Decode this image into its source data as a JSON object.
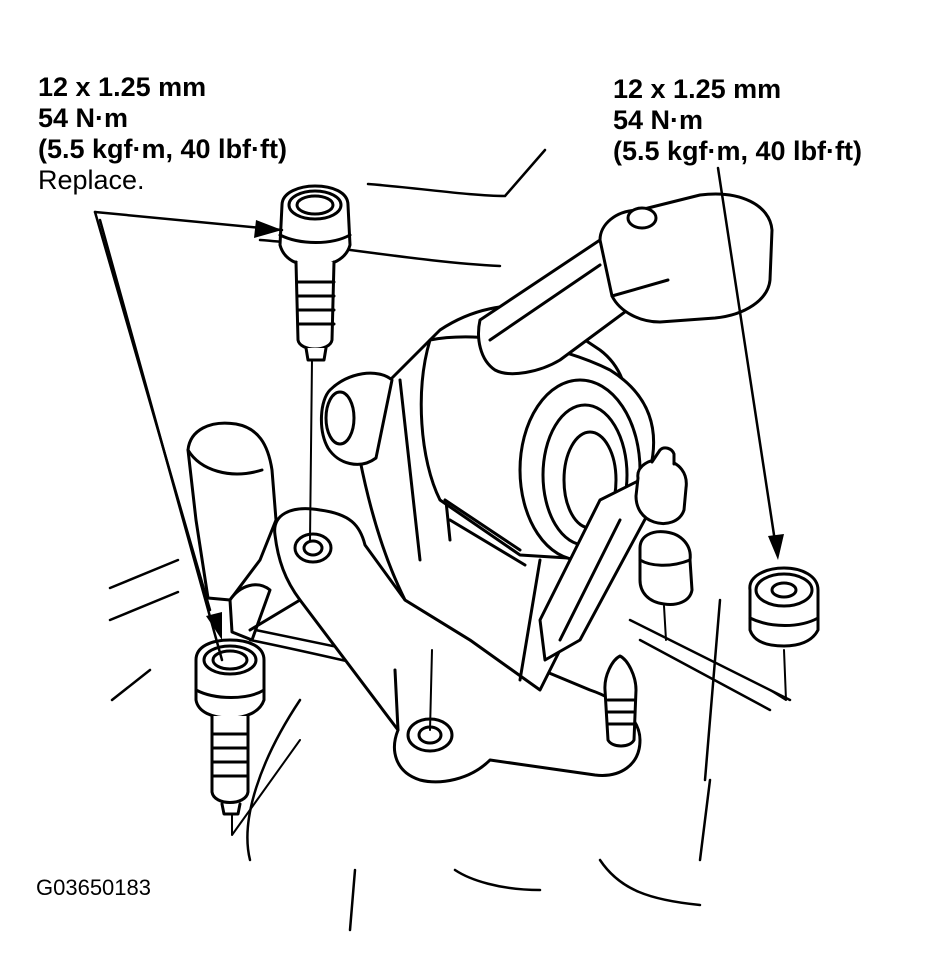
{
  "callouts": {
    "left": {
      "size": "12 x 1.25 mm",
      "torque_nm": "54 N·m",
      "torque_alt": "(5.5 kgf·m, 40 lbf·ft)",
      "note": "Replace."
    },
    "right": {
      "size": "12 x 1.25 mm",
      "torque_nm": "54 N·m",
      "torque_alt": "(5.5 kgf·m, 40 lbf·ft)"
    }
  },
  "figure_code": "G03650183"
}
